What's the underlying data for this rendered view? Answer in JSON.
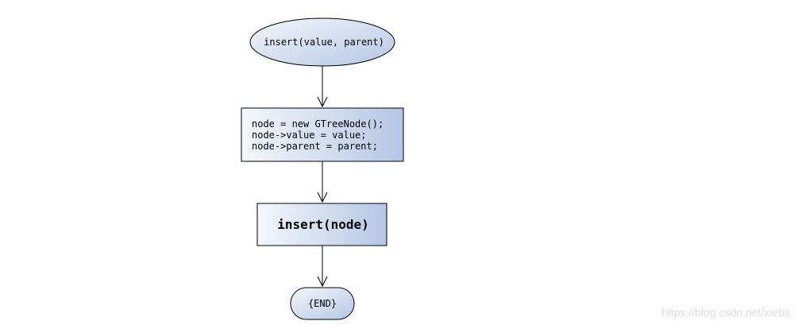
{
  "diagram": {
    "start_label": "insert(value, parent)",
    "process_lines": [
      "node = new GTreeNode();",
      "node->value = value;",
      "node->parent = parent;"
    ],
    "call_label": "insert(node)",
    "end_label": "{END}",
    "gradient": {
      "light": "#f4f7fc",
      "dark": "#b4c6e4"
    },
    "stroke_color": "#000000"
  },
  "watermark": "https://blog.csdn.net/xiebs"
}
